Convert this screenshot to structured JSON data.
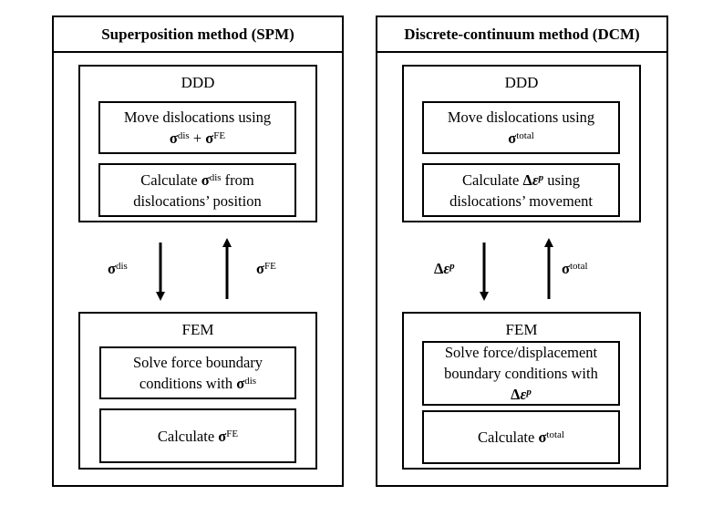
{
  "left_panel": {
    "title": "Superposition method (SPM)",
    "ddd": {
      "label": "DDD",
      "box1": {
        "line1": "Move dislocations using",
        "sym1": "σ",
        "sup1": "dis",
        "op": " + ",
        "sym2": "σ",
        "sup2": "FE"
      },
      "box2": {
        "pre": "Calculate ",
        "sym": "σ",
        "sup": "dis",
        "post": " from",
        "line2": "dislocations’ position"
      }
    },
    "arrow_down_label": {
      "sym": "σ",
      "sup": "dis"
    },
    "arrow_up_label": {
      "sym": "σ",
      "sup": "FE"
    },
    "fem": {
      "label": "FEM",
      "box1": {
        "line1": "Solve force boundary",
        "pre": "conditions with ",
        "sym": "σ",
        "sup": "dis"
      },
      "box2": {
        "pre": "Calculate ",
        "sym": "σ",
        "sup": "FE"
      }
    }
  },
  "right_panel": {
    "title": "Discrete-continuum method (DCM)",
    "ddd": {
      "label": "DDD",
      "box1": {
        "line1": "Move dislocations using",
        "sym": "σ",
        "sup": "total"
      },
      "box2": {
        "pre": "Calculate ",
        "delta": "Δ",
        "sym": "ε",
        "sup": "p",
        "post": " using",
        "line2": "dislocations’ movement"
      }
    },
    "arrow_down_label": {
      "delta": "Δ",
      "sym": "ε",
      "sup": "p"
    },
    "arrow_up_label": {
      "sym": "σ",
      "sup": "total"
    },
    "fem": {
      "label": "FEM",
      "box1": {
        "line1": "Solve force/displacement",
        "line2": "boundary conditions with",
        "delta": "Δ",
        "sym": "ε",
        "sup": "p"
      },
      "box2": {
        "pre": "Calculate ",
        "sym": "σ",
        "sup": "total"
      }
    }
  }
}
